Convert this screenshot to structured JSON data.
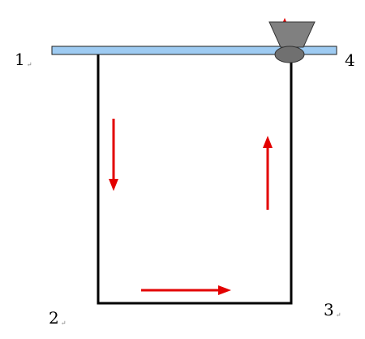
{
  "corners": [
    {
      "id": "1",
      "label": "1",
      "mark": "↵"
    },
    {
      "id": "2",
      "label": "2",
      "mark": "↵"
    },
    {
      "id": "3",
      "label": "3",
      "mark": "↵"
    },
    {
      "id": "4",
      "label": "4",
      "mark": ""
    }
  ],
  "colors": {
    "top_bar_fill": "#9ecbf2",
    "top_bar_stroke": "#1f1f1f",
    "tube": "#000000",
    "arrow": "#e30000",
    "funnel_fill": "#808080",
    "valve_fill": "#707070"
  },
  "flow_arrows": [
    {
      "name": "down-arrow-icon",
      "direction": "down"
    },
    {
      "name": "right-arrow-icon",
      "direction": "right"
    },
    {
      "name": "up-arrow-icon",
      "direction": "up"
    }
  ]
}
